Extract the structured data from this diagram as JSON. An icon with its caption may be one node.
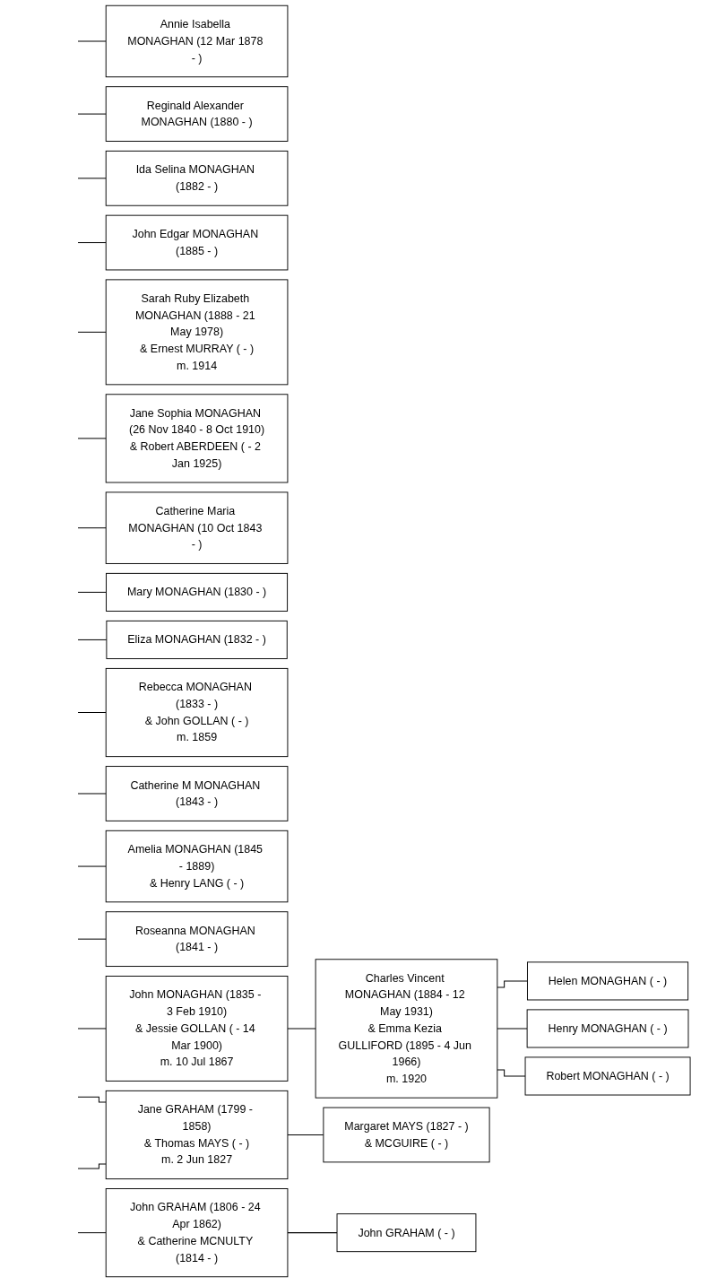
{
  "diagram": {
    "nodes": [
      {
        "text": [
          "Annie Isabella MONAGHAN (12 Mar 1878 - )"
        ]
      },
      {
        "text": [
          "Reginald Alexander MONAGHAN (1880 - )"
        ]
      },
      {
        "text": [
          "Ida Selina MONAGHAN (1882 - )"
        ]
      },
      {
        "text": [
          "John Edgar MONAGHAN (1885 - )"
        ]
      },
      {
        "text": [
          "Sarah Ruby Elizabeth MONAGHAN (1888 - 21 May 1978)",
          "& Ernest MURRAY ( - )",
          "m. 1914"
        ]
      },
      {
        "text": [
          "Jane Sophia MONAGHAN (26 Nov 1840 - 8 Oct 1910)",
          "& Robert ABERDEEN ( - 2 Jan 1925)"
        ]
      },
      {
        "text": [
          "Catherine Maria MONAGHAN (10 Oct 1843 - )"
        ]
      },
      {
        "text": [
          "Mary MONAGHAN (1830 - )"
        ]
      },
      {
        "text": [
          "Eliza MONAGHAN (1832 - )"
        ]
      },
      {
        "text": [
          "Rebecca MONAGHAN (1833 - )",
          "& John GOLLAN ( - )",
          "m. 1859"
        ]
      },
      {
        "text": [
          "Catherine M MONAGHAN (1843 - )"
        ]
      },
      {
        "text": [
          "Amelia MONAGHAN (1845 - 1889)",
          "& Henry LANG ( - )"
        ]
      },
      {
        "text": [
          "Roseanna MONAGHAN (1841 - )"
        ]
      },
      {
        "text": [
          "John MONAGHAN (1835 - 3 Feb 1910)",
          "& Jessie GOLLAN ( - 14 Mar 1900)",
          "m. 10 Jul 1867"
        ]
      },
      {
        "text": [
          "Charles Vincent MONAGHAN (1884 - 12 May 1931)",
          "& Emma Kezia GULLIFORD (1895 - 4 Jun 1966)",
          "m. 1920"
        ]
      },
      {
        "text": [
          "Helen MONAGHAN ( - )"
        ]
      },
      {
        "text": [
          "Henry MONAGHAN ( - )"
        ]
      },
      {
        "text": [
          "Robert MONAGHAN ( - )"
        ]
      },
      {
        "text": [
          "Jane GRAHAM (1799 - 1858)",
          "& Thomas MAYS ( - )",
          "m. 2 Jun 1827"
        ]
      },
      {
        "text": [
          "Margaret MAYS (1827 - )",
          "& MCGUIRE ( - )"
        ]
      },
      {
        "text": [
          "John GRAHAM (1806 - 24 Apr 1862)",
          "& Catherine MCNULTY (1814 - )"
        ]
      },
      {
        "text": [
          "John GRAHAM ( - )"
        ]
      }
    ],
    "edges": [
      {
        "from": null,
        "to": 0,
        "arrow": "none"
      },
      {
        "from": null,
        "to": 1,
        "arrow": "none"
      },
      {
        "from": null,
        "to": 2,
        "arrow": "none"
      },
      {
        "from": null,
        "to": 3,
        "arrow": "none"
      },
      {
        "from": null,
        "to": 4,
        "arrow": "none"
      },
      {
        "from": null,
        "to": 5,
        "arrow": "none"
      },
      {
        "from": null,
        "to": 6,
        "arrow": "none"
      },
      {
        "from": null,
        "to": 7,
        "arrow": "none"
      },
      {
        "from": null,
        "to": 8,
        "arrow": "none"
      },
      {
        "from": null,
        "to": 9,
        "arrow": "none"
      },
      {
        "from": null,
        "to": 10,
        "arrow": "none"
      },
      {
        "from": null,
        "to": 11,
        "arrow": "none"
      },
      {
        "from": null,
        "to": 12,
        "arrow": "none"
      },
      {
        "from": null,
        "to": 13,
        "arrow": "none"
      },
      {
        "from": 13,
        "to": 14,
        "arrow": "none"
      },
      {
        "from": 14,
        "to": 15,
        "arrow": "none"
      },
      {
        "from": 14,
        "to": 16,
        "arrow": "none"
      },
      {
        "from": 14,
        "to": 17,
        "arrow": "none"
      },
      {
        "from": null,
        "to": 18,
        "arrow": "none"
      },
      {
        "from": null,
        "to": 18,
        "arrow": "none"
      },
      {
        "from": 18,
        "to": 19,
        "arrow": "none"
      },
      {
        "from": null,
        "to": 20,
        "arrow": "none"
      },
      {
        "from": 20,
        "to": 21,
        "arrow": "none"
      }
    ]
  }
}
